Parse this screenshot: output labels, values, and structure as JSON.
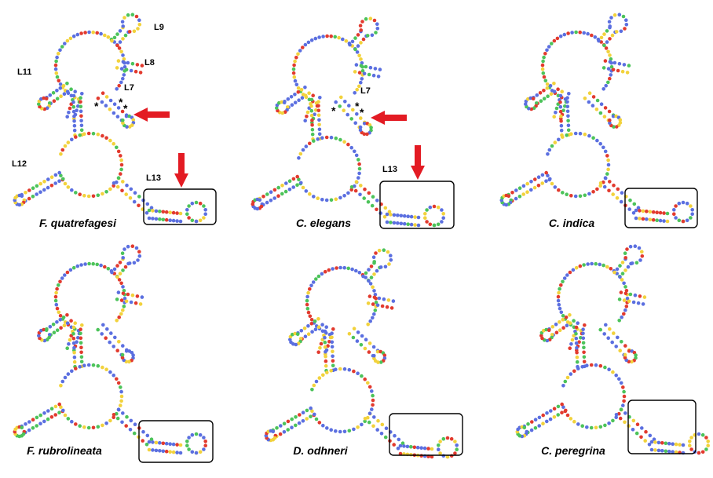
{
  "colors": {
    "G": "#5b6fe0",
    "C": "#f2d23c",
    "U": "#4cc35a",
    "A": "#e23a2e",
    "arrow": "#e31b23",
    "box": "#000000"
  },
  "panels": [
    {
      "name": "F. quatrefagesi"
    },
    {
      "name": "C. elegans"
    },
    {
      "name": "C. indica"
    },
    {
      "name": "F. rubrolineata"
    },
    {
      "name": "D. odhneri"
    },
    {
      "name": "C. peregrina"
    }
  ],
  "loop_labels": {
    "L9": "L9",
    "L8": "L8",
    "L11": "L11",
    "L7": "L7",
    "L12": "L12",
    "L13": "L13",
    "L7_b": "L7",
    "L13_b": "L13"
  },
  "markers": {
    "asterisk": "*"
  }
}
